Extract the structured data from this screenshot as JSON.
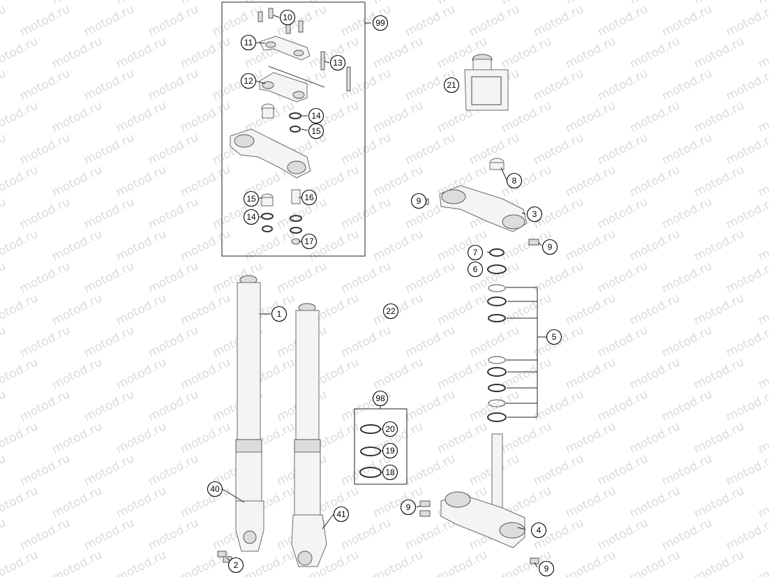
{
  "watermark": "motod.ru",
  "callouts": [
    {
      "id": "c1",
      "label": "1"
    },
    {
      "id": "c2",
      "label": "2"
    },
    {
      "id": "c3",
      "label": "3"
    },
    {
      "id": "c4",
      "label": "4"
    },
    {
      "id": "c5",
      "label": "5"
    },
    {
      "id": "c6",
      "label": "6"
    },
    {
      "id": "c7",
      "label": "7"
    },
    {
      "id": "c8",
      "label": "8"
    },
    {
      "id": "c9a",
      "label": "9"
    },
    {
      "id": "c9b",
      "label": "9"
    },
    {
      "id": "c9c",
      "label": "9"
    },
    {
      "id": "c9d",
      "label": "9"
    },
    {
      "id": "c10",
      "label": "10"
    },
    {
      "id": "c11",
      "label": "11"
    },
    {
      "id": "c12",
      "label": "12"
    },
    {
      "id": "c13",
      "label": "13"
    },
    {
      "id": "c14a",
      "label": "14"
    },
    {
      "id": "c14b",
      "label": "14"
    },
    {
      "id": "c15a",
      "label": "15"
    },
    {
      "id": "c15b",
      "label": "15"
    },
    {
      "id": "c16",
      "label": "16"
    },
    {
      "id": "c17",
      "label": "17"
    },
    {
      "id": "c18",
      "label": "18"
    },
    {
      "id": "c19",
      "label": "19"
    },
    {
      "id": "c20",
      "label": "20"
    },
    {
      "id": "c21",
      "label": "21"
    },
    {
      "id": "c22",
      "label": "22"
    },
    {
      "id": "c40",
      "label": "40"
    },
    {
      "id": "c41",
      "label": "41"
    },
    {
      "id": "c98",
      "label": "98"
    },
    {
      "id": "c99",
      "label": "99"
    }
  ]
}
